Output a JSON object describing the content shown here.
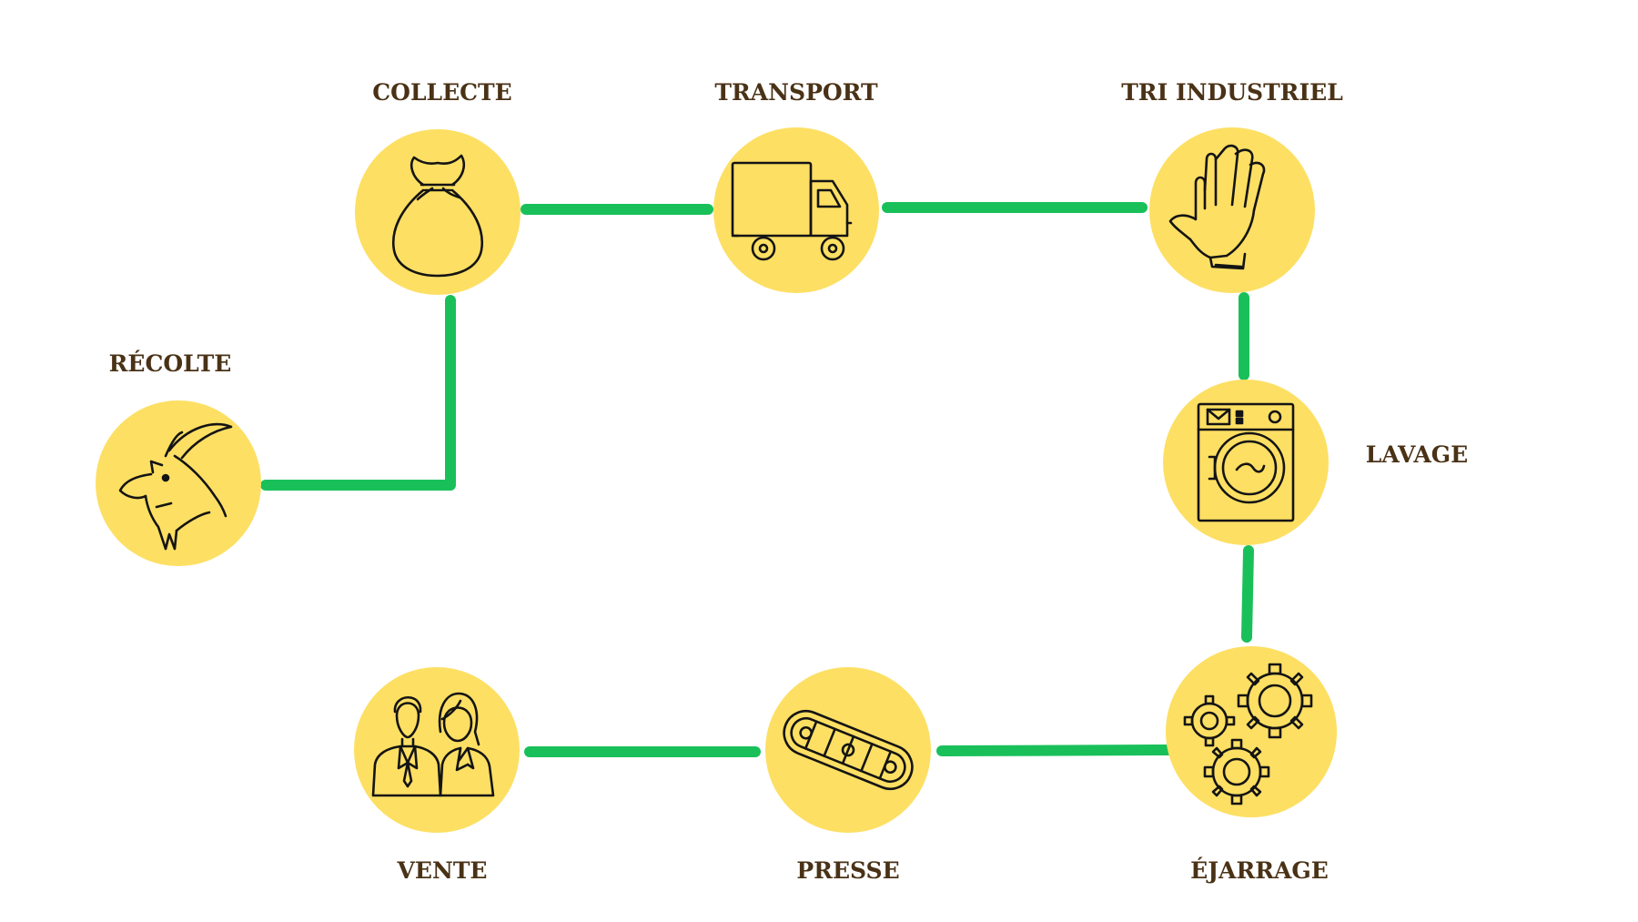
{
  "colors": {
    "connector": "#19c05a",
    "node": "#fddf63",
    "label": "#4a3216",
    "icon": "#141414"
  },
  "steps": [
    {
      "label": "RÉCOLTE",
      "icon": "goat-icon"
    },
    {
      "label": "COLLECTE",
      "icon": "sack-icon"
    },
    {
      "label": "TRANSPORT",
      "icon": "truck-icon"
    },
    {
      "label": "TRI INDUSTRIEL",
      "icon": "hand-icon"
    },
    {
      "label": "LAVAGE",
      "icon": "washing-machine-icon"
    },
    {
      "label": "ÉJARRAGE",
      "icon": "gears-icon"
    },
    {
      "label": "PRESSE",
      "icon": "conveyor-icon"
    },
    {
      "label": "VENTE",
      "icon": "people-icon"
    }
  ]
}
